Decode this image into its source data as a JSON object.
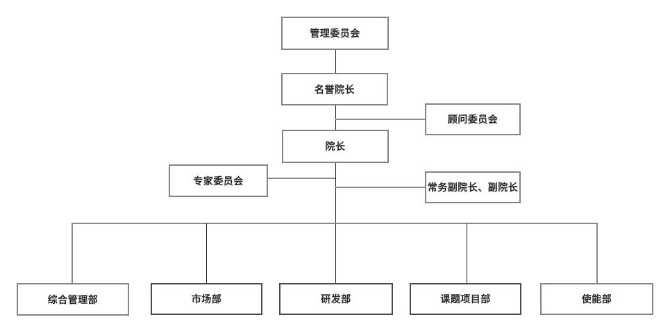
{
  "diagram": {
    "type": "org-chart",
    "background": "#ffffff",
    "colors": {
      "box_border_gray": "#848484",
      "box_border_dark": "#4a4a4a",
      "connector_gray": "#8a8a8a",
      "connector_black": "#1f1f1f",
      "text": "#262626",
      "box_fill": "#ffffff"
    },
    "nodes": {
      "management_committee": {
        "label": "管理委员会"
      },
      "honorary_dean": {
        "label": "名誉院长"
      },
      "advisory_committee": {
        "label": "顾问委员会"
      },
      "dean": {
        "label": "院长"
      },
      "expert_committee": {
        "label": "专家委员会"
      },
      "executive_vice_deans": {
        "label": "常务副院长、副院长"
      },
      "general_management_dept": {
        "label": "综合管理部"
      },
      "marketing_dept": {
        "label": "市场部"
      },
      "rnd_dept": {
        "label": "研发部"
      },
      "project_dept": {
        "label": "课题项目部"
      },
      "enablement_dept": {
        "label": "使能部"
      }
    },
    "edges": [
      {
        "from": "management_committee",
        "to": "honorary_dean",
        "type": "vertical"
      },
      {
        "from": "honorary_dean",
        "to": "dean",
        "type": "vertical"
      },
      {
        "from": "honorary_dean",
        "to": "advisory_committee",
        "type": "side-right"
      },
      {
        "from": "dean",
        "to": "expert_committee",
        "type": "side-left"
      },
      {
        "from": "dean",
        "to": "executive_vice_deans",
        "type": "side-right"
      },
      {
        "from": "dean",
        "to": "general_management_dept",
        "type": "vertical"
      },
      {
        "from": "dean",
        "to": "marketing_dept",
        "type": "vertical"
      },
      {
        "from": "dean",
        "to": "rnd_dept",
        "type": "vertical"
      },
      {
        "from": "dean",
        "to": "project_dept",
        "type": "vertical"
      },
      {
        "from": "dean",
        "to": "enablement_dept",
        "type": "vertical"
      }
    ]
  }
}
